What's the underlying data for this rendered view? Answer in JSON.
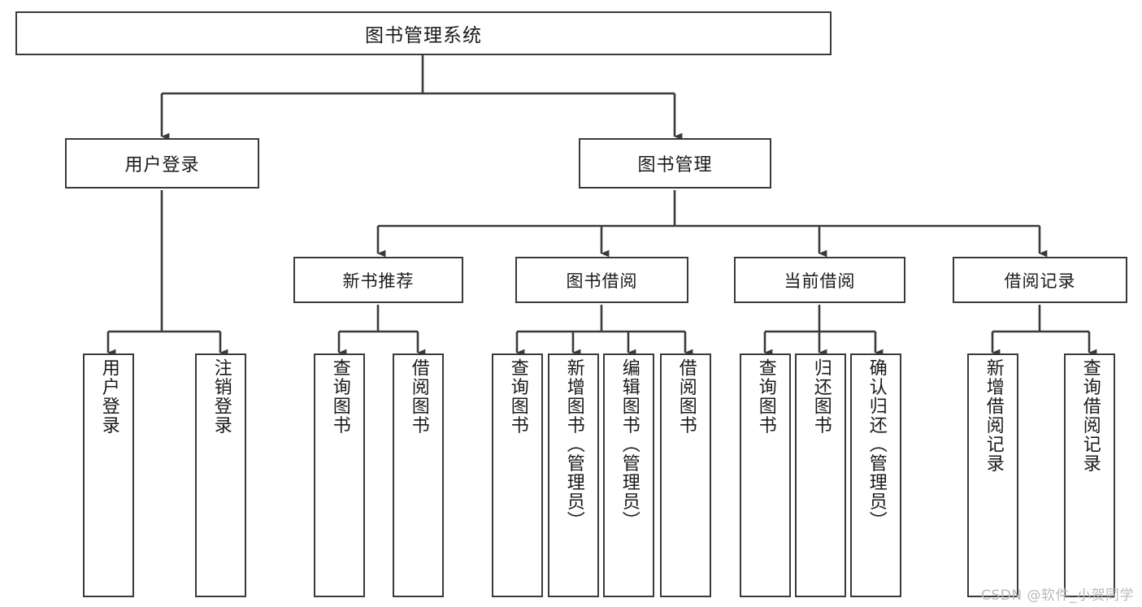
{
  "diagram": {
    "title": "图书管理系统",
    "type": "tree",
    "watermark": "CSDN @软件_小贺同学",
    "colors": {
      "box_border": "#3a3a3a",
      "box_fill": "#ffffff",
      "line": "#3a3a3a",
      "text": "#1a1a1a",
      "watermark": "#b9b9b9",
      "background": "#ffffff"
    },
    "nodes": {
      "root": {
        "label": "图书管理系统"
      },
      "level2": [
        {
          "id": "user-login",
          "label": "用户登录"
        },
        {
          "id": "book-manage",
          "label": "图书管理"
        }
      ],
      "level3": [
        {
          "id": "new-book-recommend",
          "label": "新书推荐"
        },
        {
          "id": "book-borrow",
          "label": "图书借阅"
        },
        {
          "id": "current-borrow",
          "label": "当前借阅"
        },
        {
          "id": "borrow-record",
          "label": "借阅记录"
        }
      ],
      "leaves": [
        {
          "id": "leaf-user-login",
          "label": "用户登录",
          "parent": "user-login"
        },
        {
          "id": "leaf-user-logout",
          "label": "注销登录",
          "parent": "user-login"
        },
        {
          "id": "leaf-query-book-1",
          "label": "查询图书",
          "parent": "new-book-recommend"
        },
        {
          "id": "leaf-borrow-book-1",
          "label": "借阅图书",
          "parent": "new-book-recommend"
        },
        {
          "id": "leaf-query-book-2",
          "label": "查询图书",
          "parent": "book-borrow"
        },
        {
          "id": "leaf-add-book",
          "label": "新增图书（管理员）",
          "parent": "book-borrow"
        },
        {
          "id": "leaf-edit-book",
          "label": "编辑图书（管理员）",
          "parent": "book-borrow"
        },
        {
          "id": "leaf-borrow-book-2",
          "label": "借阅图书",
          "parent": "book-borrow"
        },
        {
          "id": "leaf-query-book-3",
          "label": "查询图书",
          "parent": "current-borrow"
        },
        {
          "id": "leaf-return-book",
          "label": "归还图书",
          "parent": "current-borrow"
        },
        {
          "id": "leaf-confirm-return",
          "label": "确认归还（管理员）",
          "parent": "current-borrow"
        },
        {
          "id": "leaf-add-record",
          "label": "新增借阅记录",
          "parent": "borrow-record"
        },
        {
          "id": "leaf-query-record",
          "label": "查询借阅记录",
          "parent": "borrow-record"
        }
      ]
    }
  }
}
